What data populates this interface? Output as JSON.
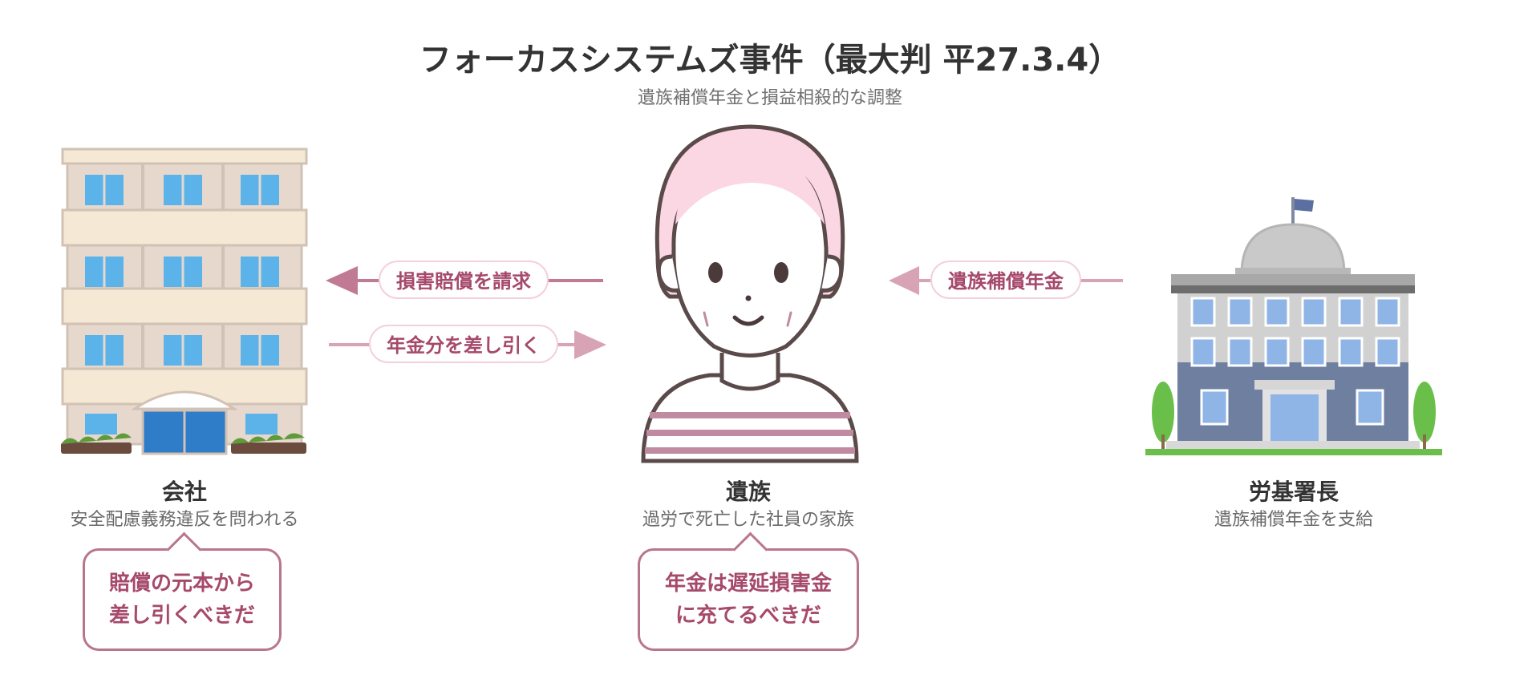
{
  "header": {
    "title": "フォーカスシステムズ事件（最大判 平27.3.4）",
    "subtitle": "遺族補償年金と損益相殺的な調整"
  },
  "parties": {
    "company": {
      "name": "会社",
      "desc": "安全配慮義務違反を問われる",
      "icon": "apartment-building-icon"
    },
    "family": {
      "name": "遺族",
      "desc": "過労で死亡した社員の家族",
      "icon": "woman-portrait-icon"
    },
    "bureau": {
      "name": "労基署長",
      "desc": "遺族補償年金を支給",
      "icon": "government-building-icon"
    }
  },
  "arrows": {
    "claim": "損害賠償を請求",
    "deduct": "年金分を差し引く",
    "pension": "遺族補償年金"
  },
  "bubbles": {
    "company": [
      "賠償の元本から",
      "差し引くべきだ"
    ],
    "family": [
      "年金は遅延損害金",
      "に充てるべきだ"
    ]
  },
  "colors": {
    "accent": "#a6496a",
    "arrow": "#c07a93",
    "pill_border": "#f3d0dc",
    "bubble_border": "#b8758f",
    "hair": "#fbd6e3"
  }
}
